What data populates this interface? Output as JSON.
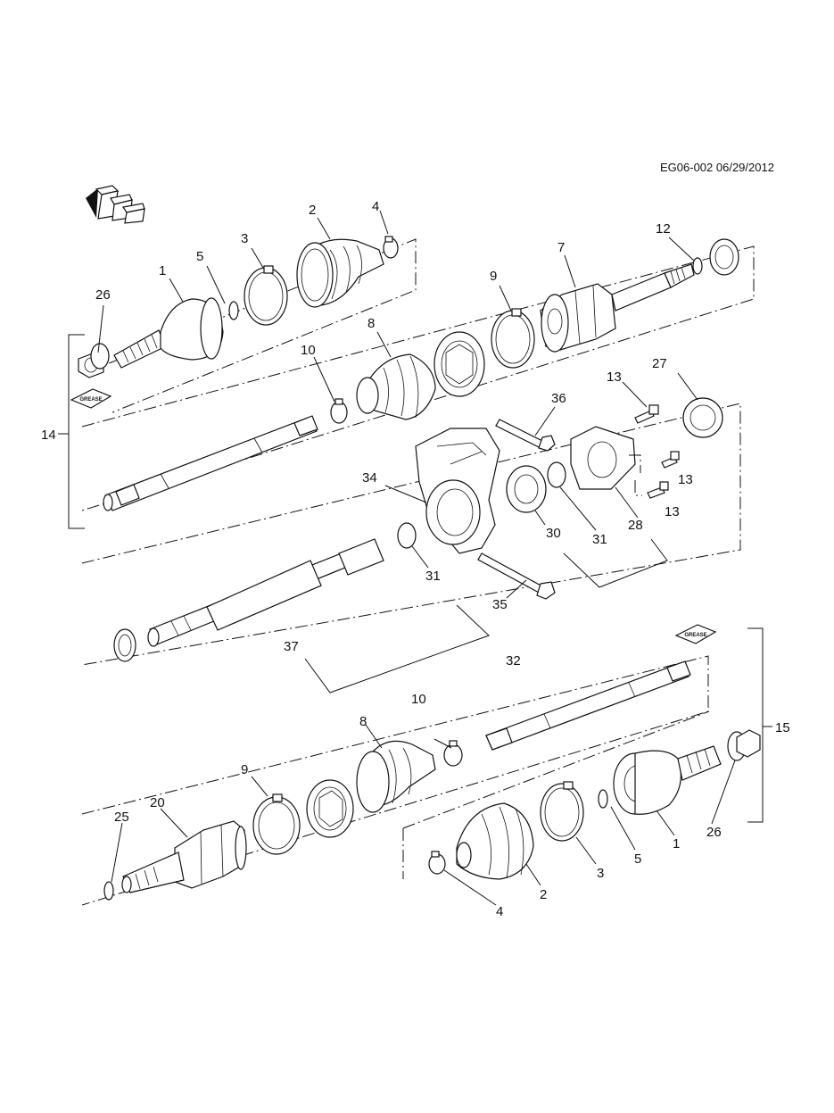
{
  "document": {
    "id": "EG06-002 06/29/2012"
  },
  "grease_label": "GREASE",
  "callouts": {
    "c1a": "1",
    "c2a": "2",
    "c3a": "3",
    "c4a": "4",
    "c5a": "5",
    "c26a": "26",
    "c14": "14",
    "c7": "7",
    "c12": "12",
    "c9a": "9",
    "c8a": "8",
    "c10a": "10",
    "c13a": "13",
    "c27": "27",
    "c36": "36",
    "c13b": "13",
    "c13c": "13",
    "c34": "34",
    "c30": "30",
    "c31a": "31",
    "c28": "28",
    "c31b": "31",
    "c35": "35",
    "c37": "37",
    "c32": "32",
    "c15": "15",
    "c10b": "10",
    "c8b": "8",
    "c9b": "9",
    "c25": "25",
    "c20": "20",
    "c26b": "26",
    "c1b": "1",
    "c5b": "5",
    "c3b": "3",
    "c2b": "2",
    "c4b": "4"
  },
  "icons": {
    "front_arrow": "front-direction-icon"
  }
}
